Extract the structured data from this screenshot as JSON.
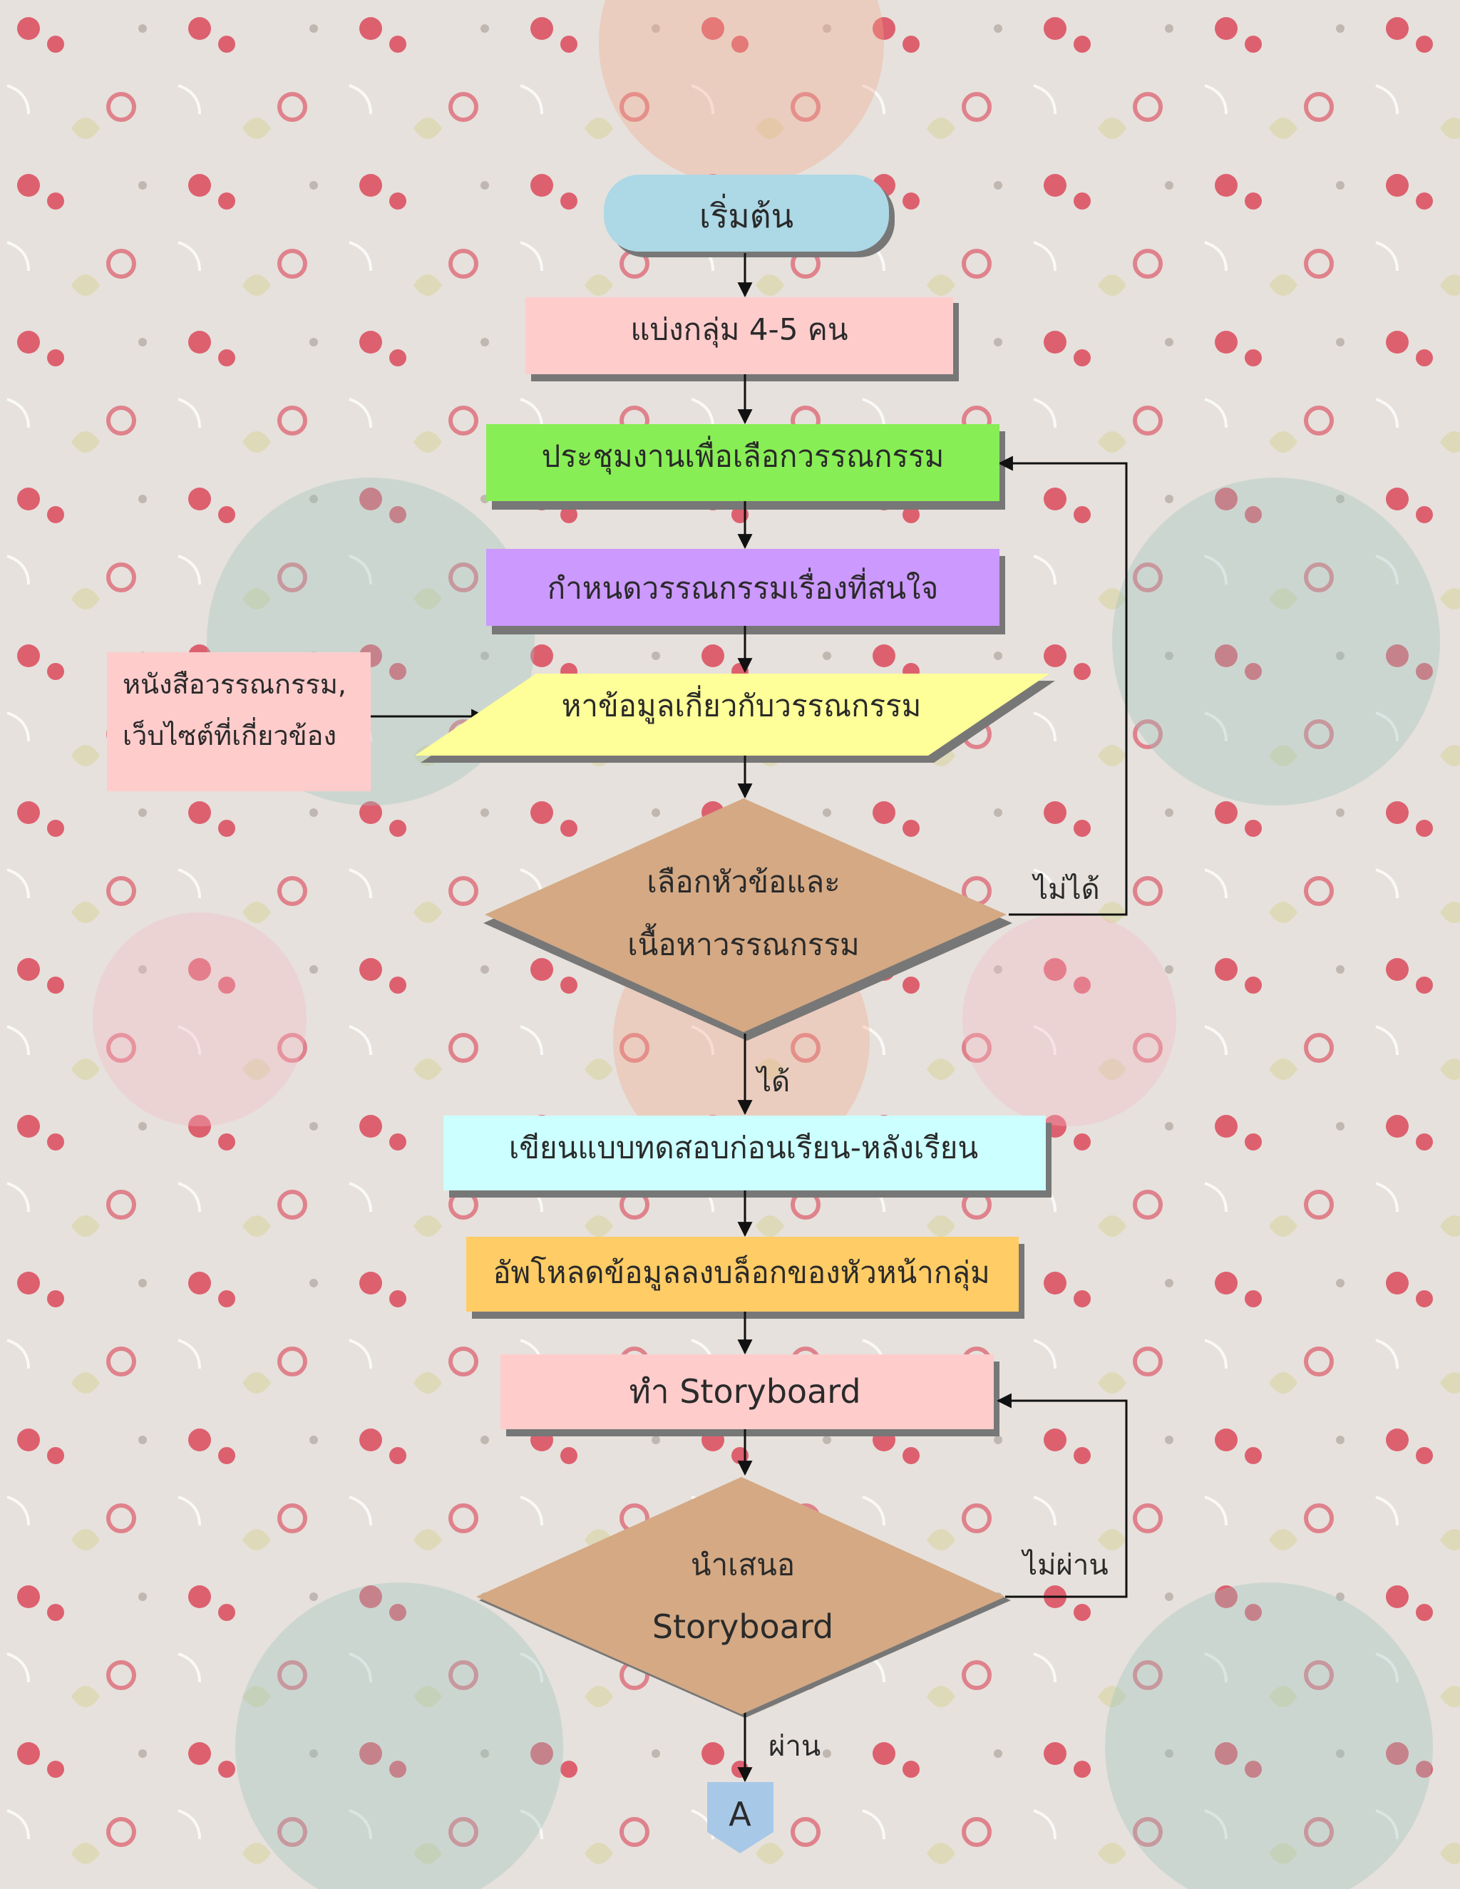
{
  "colors": {
    "start": "#add8e6",
    "pink": "#ffcccc",
    "green": "#88ee55",
    "purple": "#cc99ff",
    "yellow": "#ffff99",
    "brown": "#d4a984",
    "cyan": "#ccffff",
    "orange": "#ffcc66",
    "connector": "#a8c8e8",
    "shadow": "#777777"
  },
  "steps": {
    "start": "เริ่มต้น",
    "group": "แบ่งกลุ่ม 4-5 คน",
    "meeting": "ประชุมงานเพื่อเลือกวรรณกรรม",
    "define": "กำหนดวรรณกรรมเรื่องที่สนใจ",
    "research": "หาข้อมูลเกี่ยวกับวรรณกรรม",
    "source_line1": "หนังสือวรรณกรรม,",
    "source_line2": "เว็บไซต์ที่เกี่ยวข้อง",
    "decision1_line1": "เลือกหัวข้อและ",
    "decision1_line2": "เนื้อหาวรรณกรรม",
    "pretest": "เขียนแบบทดสอบก่อนเรียน-หลังเรียน",
    "upload": "อัพโหลดข้อมูลลงบล็อกของหัวหน้ากลุ่ม",
    "storyboard": "ทำ Storyboard",
    "decision2_line1": "นำเสนอ",
    "decision2_line2": "Storyboard",
    "connector": "A"
  },
  "labels": {
    "no": "ไม่ได้",
    "yes": "ได้",
    "fail": "ไม่ผ่าน",
    "pass": "ผ่าน"
  }
}
